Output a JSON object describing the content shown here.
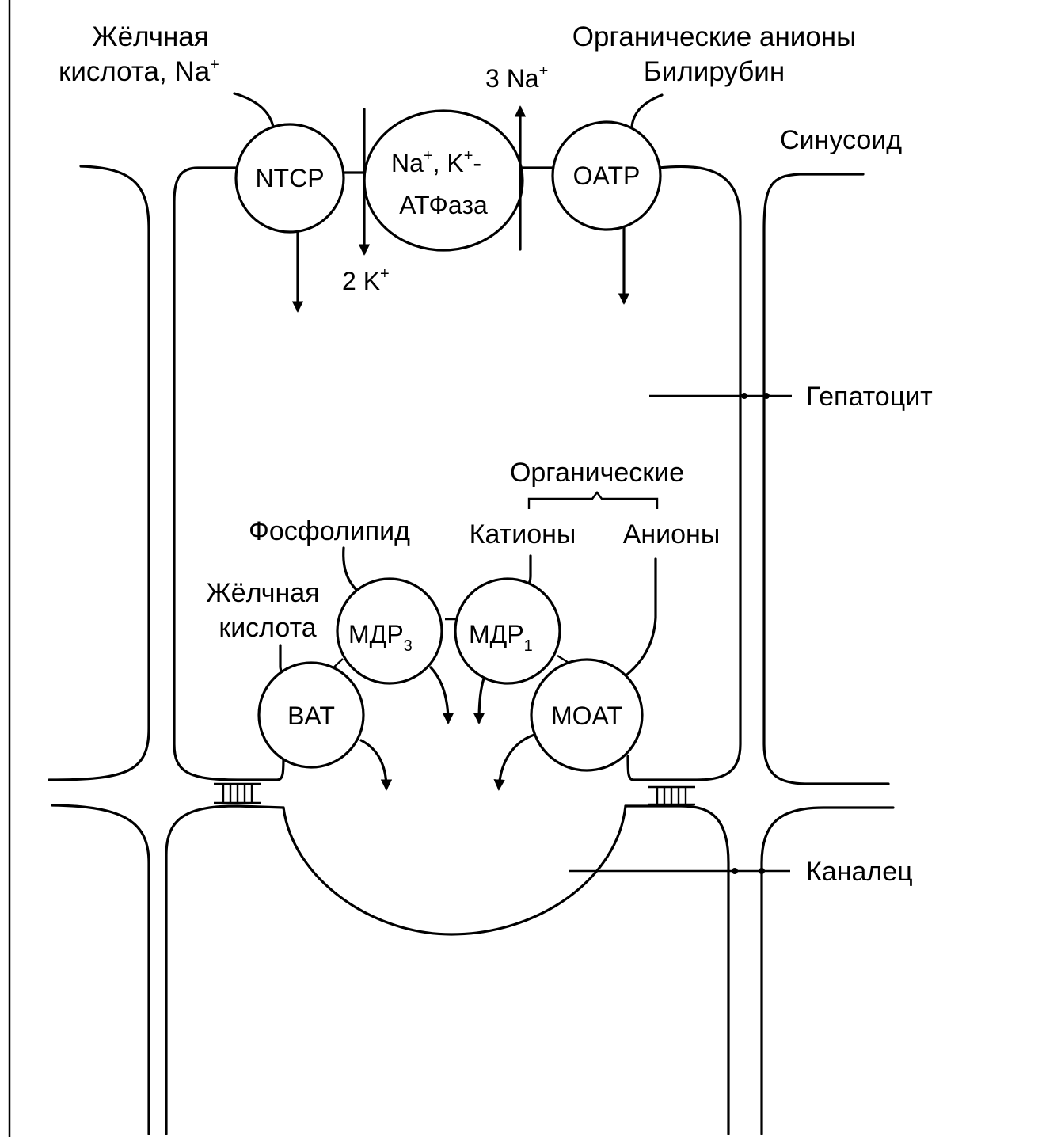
{
  "labels": {
    "bile_acid_na_line1": "Жёлчная",
    "bile_acid_na_line2": "кислота, Na",
    "plus": "+",
    "organic_anions_top": "Органические анионы",
    "bilirubin": "Билирубин",
    "three_na": "3 Na",
    "two_k": "2 K",
    "sinusoid": "Синусоид",
    "hepatocyte": "Гепатоцит",
    "organic": "Органические",
    "phospholipid": "Фосфолипид",
    "cations": "Катионы",
    "anions": "Анионы",
    "bile_acid_lower_line1": "Жёлчная",
    "bile_acid_lower_line2": "кислота",
    "canaliculus": "Каналец"
  },
  "transporters": {
    "ntcp": "NTCP",
    "atpase_line1_na": "Na",
    "atpase_line1_k": ", K",
    "atpase_line1_dash": "-",
    "atpase_line2": "АТФаза",
    "oatp": "OATP",
    "mdr3": "МДР",
    "mdr3_sub": "3",
    "mdr1": "МДР",
    "mdr1_sub": "1",
    "bat": "BAT",
    "moat": "MOAT"
  }
}
